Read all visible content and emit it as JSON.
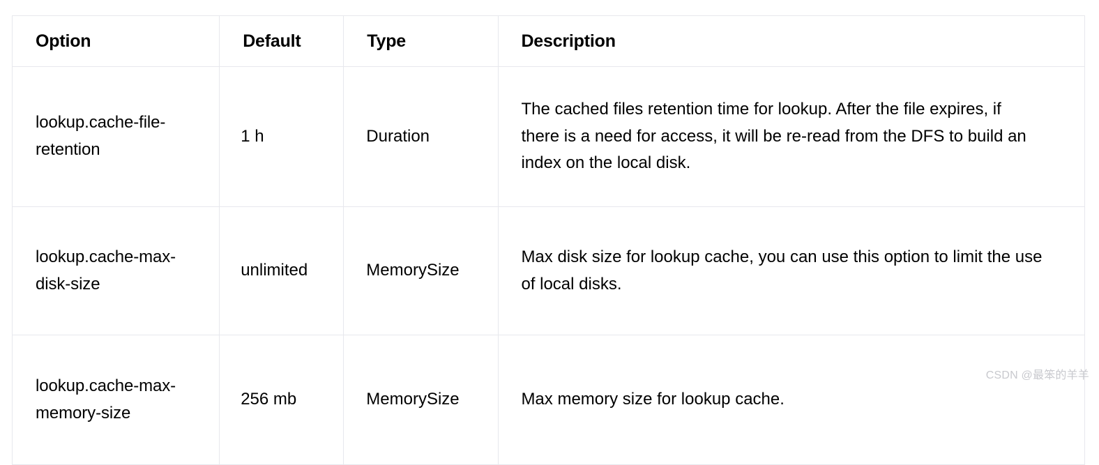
{
  "table": {
    "columns": [
      {
        "key": "option",
        "label": "Option"
      },
      {
        "key": "default",
        "label": "Default"
      },
      {
        "key": "type",
        "label": "Type"
      },
      {
        "key": "description",
        "label": "Description"
      }
    ],
    "rows": [
      {
        "option": "lookup.cache-file-retention",
        "default": "1 h",
        "type": "Duration",
        "description": "The cached files retention time for lookup. After the file expires, if there is a need for access, it will be re-read from the DFS to build an index on the local disk."
      },
      {
        "option": "lookup.cache-max-disk-size",
        "default": "unlimited",
        "type": "MemorySize",
        "description": "Max disk size for lookup cache, you can use this option to limit the use of local disks."
      },
      {
        "option": "lookup.cache-max-memory-size",
        "default": "256 mb",
        "type": "MemorySize",
        "description": "Max memory size for lookup cache."
      }
    ]
  },
  "watermark": {
    "text": "CSDN @最笨的羊羊"
  },
  "colors": {
    "border": "#e7e8ed",
    "text": "#000000",
    "background": "#ffffff",
    "watermark": "#c8c9ce"
  }
}
